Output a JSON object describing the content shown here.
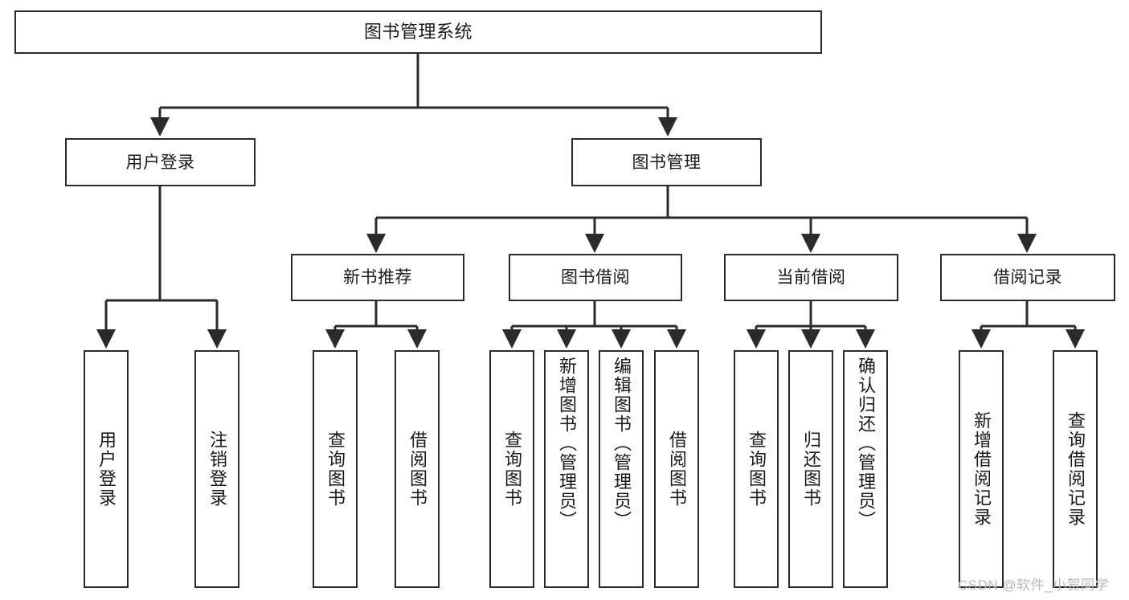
{
  "diagram": {
    "title": "图书管理系统",
    "type": "功能结构图",
    "watermark": "CSDN @软件_小贺同学",
    "colors": {
      "border": "#2b2b2b",
      "background": "#ffffff",
      "text": "#1a1a1a",
      "watermark": "#b9b9b9"
    }
  },
  "nodes": {
    "root": {
      "label": "图书管理系统",
      "level": 1
    },
    "level2": [
      {
        "id": "user-login",
        "label": "用户登录"
      },
      {
        "id": "book-manage",
        "label": "图书管理"
      }
    ],
    "level3": [
      {
        "id": "new-book-recommend",
        "label": "新书推荐",
        "parent": "book-manage"
      },
      {
        "id": "book-borrow",
        "label": "图书借阅",
        "parent": "book-manage"
      },
      {
        "id": "current-borrow",
        "label": "当前借阅",
        "parent": "book-manage"
      },
      {
        "id": "borrow-record",
        "label": "借阅记录",
        "parent": "book-manage"
      }
    ],
    "leaves": [
      {
        "id": "leaf-user-login",
        "label": "用户登录",
        "parent": "user-login"
      },
      {
        "id": "leaf-logout-login",
        "label": "注销登录",
        "parent": "user-login"
      },
      {
        "id": "leaf-query-book-1",
        "label": "查询图书",
        "parent": "new-book-recommend"
      },
      {
        "id": "leaf-borrow-book-1",
        "label": "借阅图书",
        "parent": "new-book-recommend"
      },
      {
        "id": "leaf-query-book-2",
        "label": "查询图书",
        "parent": "book-borrow"
      },
      {
        "id": "leaf-add-book",
        "label": "新增图书（管理员）",
        "parent": "book-borrow"
      },
      {
        "id": "leaf-edit-book",
        "label": "编辑图书（管理员）",
        "parent": "book-borrow"
      },
      {
        "id": "leaf-borrow-book-2",
        "label": "借阅图书",
        "parent": "book-borrow"
      },
      {
        "id": "leaf-query-book-3",
        "label": "查询图书",
        "parent": "current-borrow"
      },
      {
        "id": "leaf-return-book",
        "label": "归还图书",
        "parent": "current-borrow"
      },
      {
        "id": "leaf-confirm-return",
        "label": "确认归还（管理员）",
        "parent": "current-borrow"
      },
      {
        "id": "leaf-add-record",
        "label": "新增借阅记录",
        "parent": "borrow-record"
      },
      {
        "id": "leaf-query-record",
        "label": "查询借阅记录",
        "parent": "borrow-record"
      }
    ]
  }
}
